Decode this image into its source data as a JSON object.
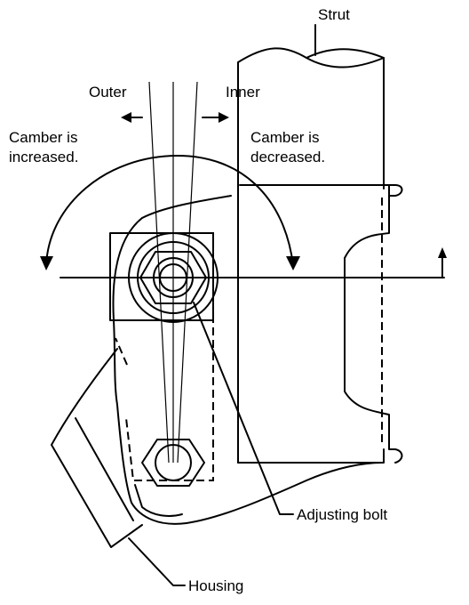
{
  "labels": {
    "strut": "Strut",
    "outer": "Outer",
    "inner": "Inner",
    "camber_increased_line1": "Camber is",
    "camber_increased_line2": "increased.",
    "camber_decreased_line1": "Camber is",
    "camber_decreased_line2": "decreased.",
    "adjusting_bolt": "Adjusting bolt",
    "housing": "Housing"
  }
}
